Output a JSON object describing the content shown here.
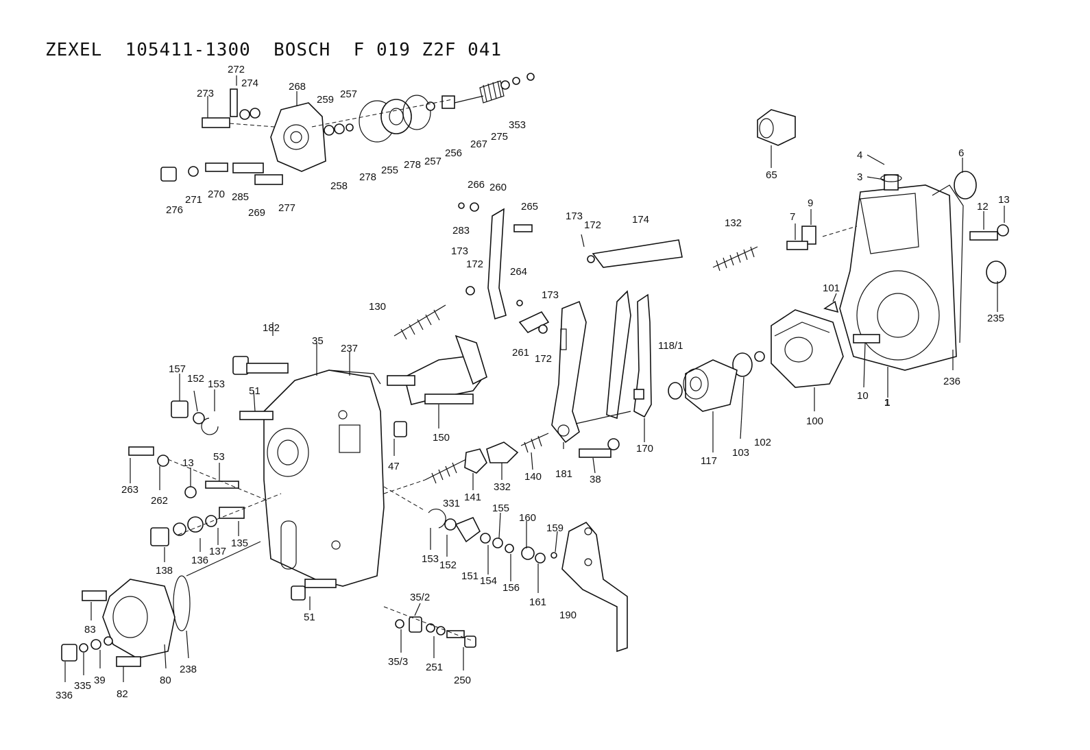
{
  "title": "ZEXEL  105411-1300  BOSCH  F 019 Z2F 041",
  "labels": [
    {
      "id": "272",
      "text": "272"
    },
    {
      "id": "274",
      "text": "274"
    },
    {
      "id": "273",
      "text": "273"
    },
    {
      "id": "268",
      "text": "268"
    },
    {
      "id": "259",
      "text": "259"
    },
    {
      "id": "257a",
      "text": "257"
    },
    {
      "id": "267",
      "text": "267"
    },
    {
      "id": "275",
      "text": "275"
    },
    {
      "id": "353",
      "text": "353"
    },
    {
      "id": "276",
      "text": "276"
    },
    {
      "id": "271",
      "text": "271"
    },
    {
      "id": "270",
      "text": "270"
    },
    {
      "id": "285",
      "text": "285"
    },
    {
      "id": "269",
      "text": "269"
    },
    {
      "id": "277",
      "text": "277"
    },
    {
      "id": "258",
      "text": "258"
    },
    {
      "id": "278a",
      "text": "278"
    },
    {
      "id": "255",
      "text": "255"
    },
    {
      "id": "278b",
      "text": "278"
    },
    {
      "id": "257b",
      "text": "257"
    },
    {
      "id": "256",
      "text": "256"
    },
    {
      "id": "65",
      "text": "65"
    },
    {
      "id": "4",
      "text": "4"
    },
    {
      "id": "3",
      "text": "3"
    },
    {
      "id": "6",
      "text": "6"
    },
    {
      "id": "9",
      "text": "9"
    },
    {
      "id": "7",
      "text": "7"
    },
    {
      "id": "12",
      "text": "12"
    },
    {
      "id": "13a",
      "text": "13"
    },
    {
      "id": "266",
      "text": "266"
    },
    {
      "id": "260",
      "text": "260"
    },
    {
      "id": "265",
      "text": "265"
    },
    {
      "id": "283",
      "text": "283"
    },
    {
      "id": "173a",
      "text": "173"
    },
    {
      "id": "172a",
      "text": "172"
    },
    {
      "id": "174",
      "text": "174"
    },
    {
      "id": "132",
      "text": "132"
    },
    {
      "id": "173b",
      "text": "173"
    },
    {
      "id": "172b",
      "text": "172"
    },
    {
      "id": "264",
      "text": "264"
    },
    {
      "id": "101",
      "text": "101"
    },
    {
      "id": "235",
      "text": "235"
    },
    {
      "id": "130",
      "text": "130"
    },
    {
      "id": "173c",
      "text": "173"
    },
    {
      "id": "261",
      "text": "261"
    },
    {
      "id": "172c",
      "text": "172"
    },
    {
      "id": "182",
      "text": "182"
    },
    {
      "id": "35",
      "text": "35"
    },
    {
      "id": "237",
      "text": "237"
    },
    {
      "id": "118_1",
      "text": "118/1"
    },
    {
      "id": "10",
      "text": "10"
    },
    {
      "id": "1",
      "text": "1"
    },
    {
      "id": "236",
      "text": "236"
    },
    {
      "id": "157",
      "text": "157"
    },
    {
      "id": "152a",
      "text": "152"
    },
    {
      "id": "153a",
      "text": "153"
    },
    {
      "id": "51a",
      "text": "51"
    },
    {
      "id": "150",
      "text": "150"
    },
    {
      "id": "100",
      "text": "100"
    },
    {
      "id": "47",
      "text": "47"
    },
    {
      "id": "170",
      "text": "170"
    },
    {
      "id": "117",
      "text": "117"
    },
    {
      "id": "103",
      "text": "103"
    },
    {
      "id": "102",
      "text": "102"
    },
    {
      "id": "263",
      "text": "263"
    },
    {
      "id": "13b",
      "text": "13"
    },
    {
      "id": "53",
      "text": "53"
    },
    {
      "id": "262",
      "text": "262"
    },
    {
      "id": "141",
      "text": "141"
    },
    {
      "id": "332",
      "text": "332"
    },
    {
      "id": "140",
      "text": "140"
    },
    {
      "id": "181",
      "text": "181"
    },
    {
      "id": "38",
      "text": "38"
    },
    {
      "id": "331",
      "text": "331"
    },
    {
      "id": "155",
      "text": "155"
    },
    {
      "id": "160",
      "text": "160"
    },
    {
      "id": "159",
      "text": "159"
    },
    {
      "id": "138",
      "text": "138"
    },
    {
      "id": "136",
      "text": "136"
    },
    {
      "id": "137",
      "text": "137"
    },
    {
      "id": "135",
      "text": "135"
    },
    {
      "id": "153b",
      "text": "153"
    },
    {
      "id": "152b",
      "text": "152"
    },
    {
      "id": "151",
      "text": "151"
    },
    {
      "id": "154",
      "text": "154"
    },
    {
      "id": "156",
      "text": "156"
    },
    {
      "id": "161",
      "text": "161"
    },
    {
      "id": "190",
      "text": "190"
    },
    {
      "id": "51b",
      "text": "51"
    },
    {
      "id": "35_2",
      "text": "35/2"
    },
    {
      "id": "83",
      "text": "83"
    },
    {
      "id": "238",
      "text": "238"
    },
    {
      "id": "336",
      "text": "336"
    },
    {
      "id": "335",
      "text": "335"
    },
    {
      "id": "39",
      "text": "39"
    },
    {
      "id": "80",
      "text": "80"
    },
    {
      "id": "82",
      "text": "82"
    },
    {
      "id": "35_3",
      "text": "35/3"
    },
    {
      "id": "251",
      "text": "251"
    },
    {
      "id": "250",
      "text": "250"
    }
  ]
}
